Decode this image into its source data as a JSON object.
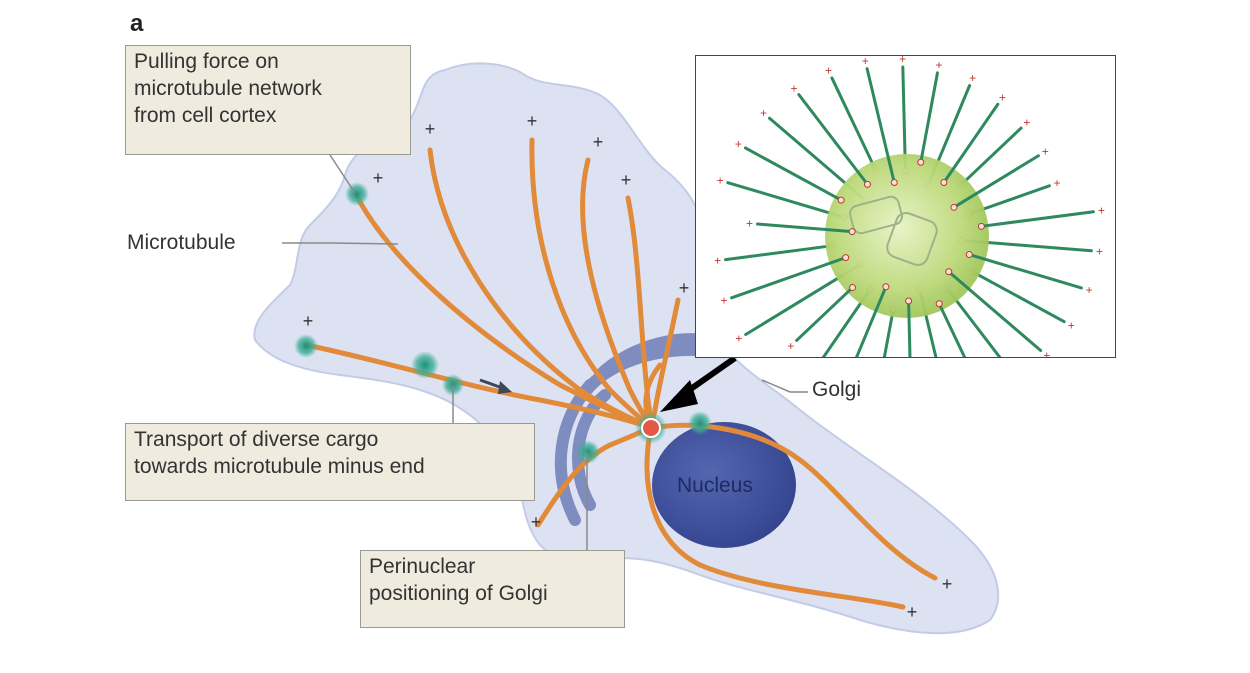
{
  "panel_label": "a",
  "callouts": {
    "pulling_force": "Pulling force on\nmicrotubule network\nfrom cell cortex",
    "transport": "Transport of diverse cargo\ntowards microtubule minus end",
    "perinuclear": "Perinuclear\npositioning of Golgi"
  },
  "labels": {
    "microtubule": "Microtubule",
    "golgi": "Golgi",
    "nucleus": "Nucleus",
    "plus_sign": "+"
  },
  "colors": {
    "cell": "#dde2f3",
    "cell_outline": "#c3cbe6",
    "microtubule": "#e08a3a",
    "golgi": "#7e8cbf",
    "nucleus": "#3e4f9c",
    "centrosome": "#e4584a",
    "cargo": "#3fae97",
    "inset_sphere": "#bcd97a",
    "inset_microtubule": "#2e8a5e",
    "inset_plus": "#c0392b",
    "callout_bg": "#efebdf"
  }
}
